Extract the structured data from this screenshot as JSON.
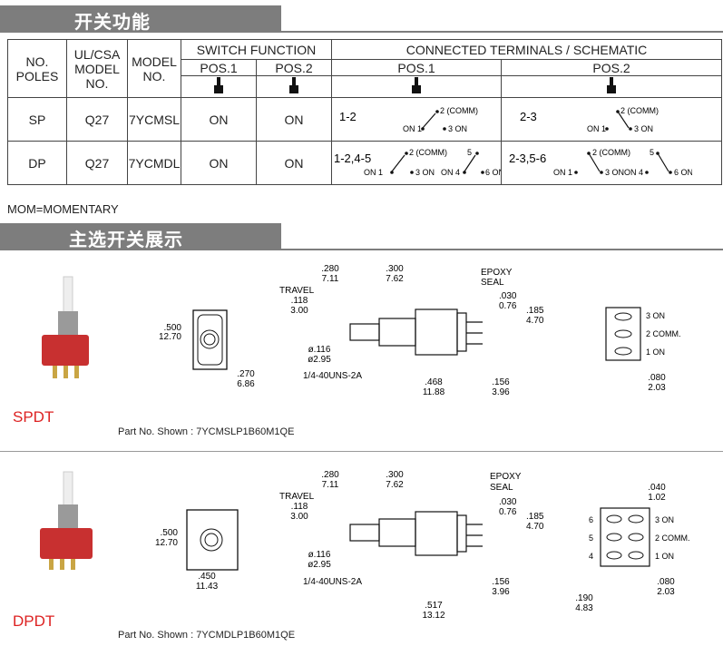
{
  "section1": {
    "title": "开关功能"
  },
  "table": {
    "h_no_poles": [
      "NO.",
      "POLES"
    ],
    "h_ul_csa": [
      "UL/CSA",
      "MODEL",
      "NO."
    ],
    "h_model": [
      "MODEL",
      "NO."
    ],
    "h_switch_function": "SWITCH FUNCTION",
    "h_connected": "CONNECTED TERMINALS / SCHEMATIC",
    "h_pos1": "POS.1",
    "h_pos2": "POS.2",
    "rows": [
      {
        "poles": "SP",
        "ul": "Q27",
        "model": "7YCMSL",
        "pos1": "ON",
        "pos2": "ON",
        "term1": "1-2",
        "term2": "2-3"
      },
      {
        "poles": "DP",
        "ul": "Q27",
        "model": "7YCMDL",
        "pos1": "ON",
        "pos2": "ON",
        "term1": "1-2,4-5",
        "term2": "2-3,5-6"
      }
    ],
    "schem": {
      "comm": "2 (COMM)",
      "on1": "ON 1",
      "on3": "3 ON",
      "on4": "ON 4",
      "on6": "6 ON",
      "five": "5"
    }
  },
  "note": "MOM=MOMENTARY",
  "section2": {
    "title": "主选开关展示"
  },
  "spdt": {
    "label": "SPDT",
    "part": "Part No. Shown : 7YCMSLP1B60M1QE",
    "dims": {
      "h500": ".500",
      "h500mm": "12.70",
      "w270": ".270",
      "w270mm": "6.86",
      "d280": ".280",
      "d280mm": "7.11",
      "d300": ".300",
      "d300mm": "7.62",
      "travel": "TRAVEL",
      "t118": ".118",
      "t118mm": "3.00",
      "epoxy": "EPOXY",
      "seal": "SEAL",
      "d030": ".030",
      "d030mm": "0.76",
      "d185": ".185",
      "d185mm": "4.70",
      "d116": "ø.116",
      "d116mm": "ø2.95",
      "thread": "1/4-40UNS-2A",
      "d468": ".468",
      "d468mm": "11.88",
      "d156": ".156",
      "d156mm": "3.96",
      "t3on": "3 ON",
      "t2comm": "2 COMM.",
      "t1on": "1 ON",
      "d080": ".080",
      "d080mm": "2.03"
    }
  },
  "dpdt": {
    "label": "DPDT",
    "part": "Part No. Shown : 7YCMDLP1B60M1QE",
    "dims": {
      "h500": ".500",
      "h500mm": "12.70",
      "w450": ".450",
      "w450mm": "11.43",
      "d280": ".280",
      "d280mm": "7.11",
      "d300": ".300",
      "d300mm": "7.62",
      "travel": "TRAVEL",
      "t118": ".118",
      "t118mm": "3.00",
      "epoxy": "EPOXY",
      "seal": "SEAL",
      "d030": ".030",
      "d030mm": "0.76",
      "d185": ".185",
      "d185mm": "4.70",
      "d116": "ø.116",
      "d116mm": "ø2.95",
      "thread": "1/4-40UNS-2A",
      "d517": ".517",
      "d517mm": "13.12",
      "d156": ".156",
      "d156mm": "3.96",
      "d040": ".040",
      "d040mm": "1.02",
      "n6": "6",
      "n5": "5",
      "n4": "4",
      "t3on": "3 ON",
      "t2comm": "2 COMM.",
      "t1on": "1 ON",
      "d080": ".080",
      "d080mm": "2.03",
      "d190": ".190",
      "d190mm": "4.83"
    }
  }
}
